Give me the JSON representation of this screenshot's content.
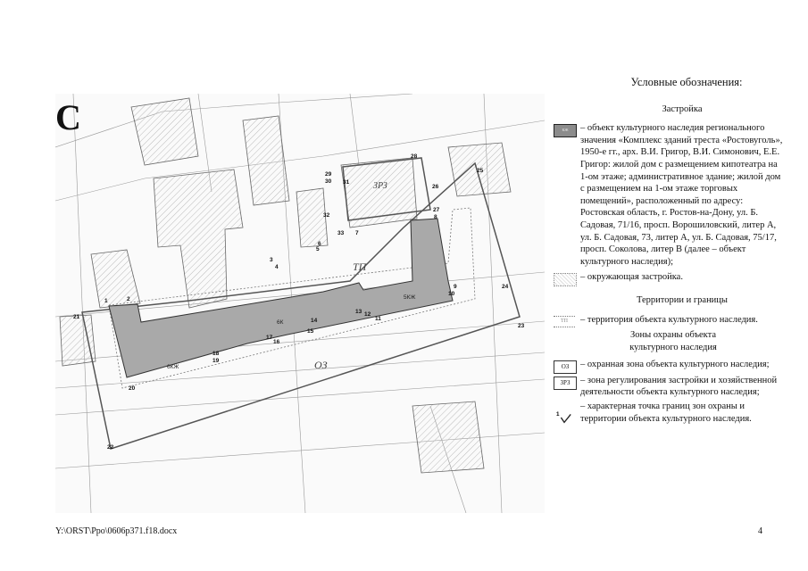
{
  "map": {
    "north_label": "С",
    "zone_labels": {
      "tp": "ТП",
      "oz": "ОЗ",
      "zrz": "ЗРЗ"
    },
    "building_labels": [
      "5КЖ",
      "6К",
      "6КЖ"
    ],
    "point_numbers": [
      "1",
      "2",
      "3",
      "4",
      "5",
      "6",
      "7",
      "8",
      "9",
      "10",
      "11",
      "12",
      "13",
      "14",
      "15",
      "16",
      "17",
      "18",
      "19",
      "20",
      "21",
      "22",
      "23",
      "24",
      "25",
      "26",
      "27",
      "28",
      "29",
      "30",
      "31",
      "32",
      "33"
    ],
    "colors": {
      "heritage_fill": "#a9a9a9",
      "boundary": "#555555",
      "linework": "#777777"
    }
  },
  "legend": {
    "title": "Условные обозначения:",
    "section_buildings": "Застройка",
    "heritage_symbol_text": "кж",
    "heritage_text": "– объект культурного наследия регионального значения «Комплекс зданий треста «Ростовуголь», 1950-е гг., арх. В.И. Григор, В.И. Симонович, Е.Е. Григор: жилой дом с размещением кипотеатра на 1-ом этаже; административное здание; жилой дом с размещением на 1-ом этаже торговых помещений», расположенный по адресу: Ростовская область, г. Ростов-на-Дону, ул. Б. Садовая, 71/16, просп. Ворошиловский, литер А, ул. Б. Садовая, 73, литер А, ул. Б. Садовая, 75/17, просп. Соколова, литер В (далее – объект культурного наследия)",
    "heritage_tail": ";",
    "env_text": "– окружающая застройка.",
    "section_territories": "Территории и границы",
    "terr_symbol_text": "ТП",
    "terr_text": "– территория объекта культурного наследия.",
    "section_zones": "Зоны охраны объекта культурного наследия",
    "oz_symbol_text": "ОЗ",
    "oz_text": "– охранная зона объекта культурного наследия;",
    "zrz_symbol_text": "ЗРЗ",
    "zrz_text": "– зона регулирования застройки и хозяйственной деятельности объекта культурного наследия;",
    "point_symbol_text": "1",
    "point_text": "– характерная точка границ зон охраны и территории объекта культурного наследия."
  },
  "footer": {
    "file_path": "Y:\\ORST\\Ppo\\0606p371.f18.docx",
    "page_number": "4"
  }
}
